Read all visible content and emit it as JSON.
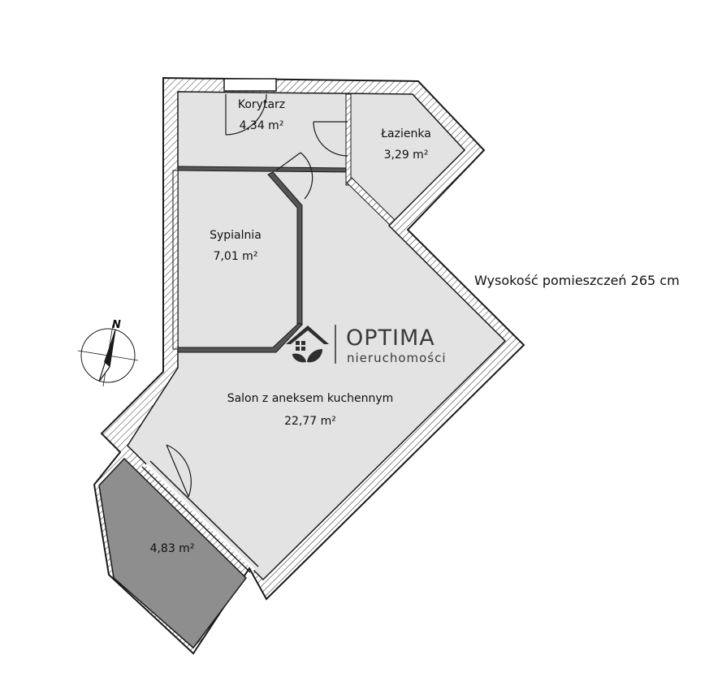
{
  "rooms": {
    "korytarz": {
      "name": "Korytarz",
      "area": "4,34 m²"
    },
    "lazienka": {
      "name": "Łazienka",
      "area": "3,29 m²"
    },
    "sypialnia": {
      "name": "Sypialnia",
      "area": "7,01 m²"
    },
    "salon": {
      "name": "Salon z aneksem kuchennym",
      "area": "22,77 m²"
    },
    "balkon": {
      "area": "4,83 m²"
    }
  },
  "height_note": "Wysokość pomieszczeń 265 cm",
  "logo": {
    "title": "OPTIMA",
    "subtitle": "nieruchomości"
  },
  "compass": {
    "label": "N"
  },
  "colors": {
    "floor": "#e3e3e3",
    "balcony": "#8e8e8e",
    "wall": "#1a1a1a",
    "logo_accent": "#2e2e2e"
  }
}
